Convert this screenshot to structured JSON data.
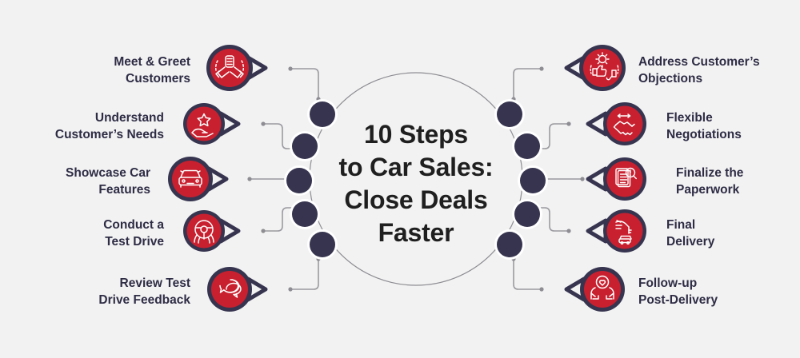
{
  "colors": {
    "background": "#f2f2f2",
    "badge_red": "#c8202f",
    "navy": "#36344f",
    "label_text": "#2e2c45",
    "title_text": "#201f20",
    "connector_gray": "#9a9aa0",
    "icon_white": "#ffffff",
    "dot_ring": "#ffffff"
  },
  "center": {
    "title_lines": [
      "10 Steps",
      "to Car Sales:",
      "Close Deals",
      "Faster"
    ]
  },
  "steps": {
    "left": [
      {
        "id": 1,
        "label_lines": [
          "Meet & Greet",
          "Customers"
        ],
        "icon": "handshake-greeting-icon"
      },
      {
        "id": 2,
        "label_lines": [
          "Understand",
          "Customer’s Needs"
        ],
        "icon": "hand-star-icon"
      },
      {
        "id": 3,
        "label_lines": [
          "Showcase Car",
          "Features"
        ],
        "icon": "car-front-icon"
      },
      {
        "id": 4,
        "label_lines": [
          "Conduct a",
          "Test Drive"
        ],
        "icon": "steering-wheel-icon"
      },
      {
        "id": 5,
        "label_lines": [
          "Review Test",
          "Drive Feedback"
        ],
        "icon": "speech-bubbles-icon"
      }
    ],
    "right": [
      {
        "id": 6,
        "label_lines": [
          "Address Customer’s",
          "Objections"
        ],
        "icon": "thumbs-up-down-gear-icon"
      },
      {
        "id": 7,
        "label_lines": [
          "Flexible",
          "Negotiations"
        ],
        "icon": "handshake-arrows-icon"
      },
      {
        "id": 8,
        "label_lines": [
          "Finalize the",
          "Paperwork"
        ],
        "icon": "document-search-icon"
      },
      {
        "id": 9,
        "label_lines": [
          "Final",
          "Delivery"
        ],
        "icon": "hand-key-car-icon"
      },
      {
        "id": 10,
        "label_lines": [
          "Follow-up",
          "Post-Delivery"
        ],
        "icon": "heart-in-hands-icon"
      }
    ]
  }
}
